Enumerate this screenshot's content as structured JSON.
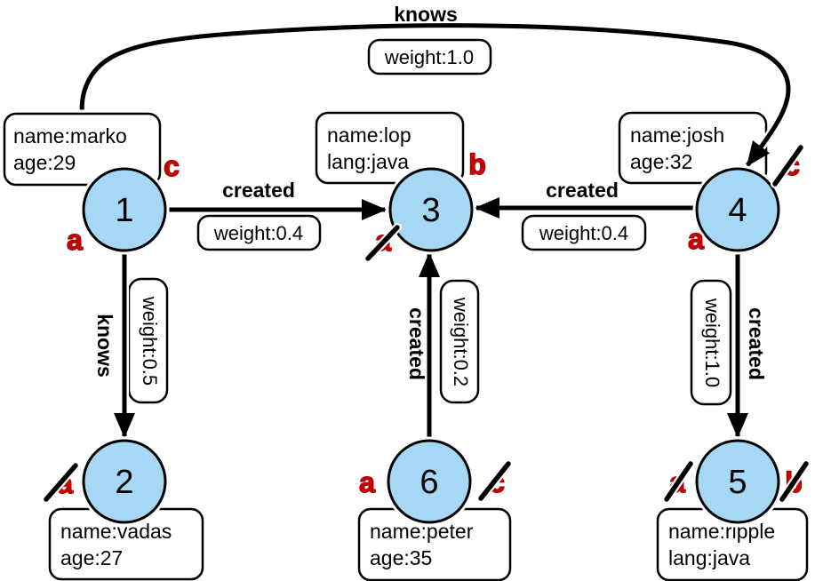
{
  "colors": {
    "node_fill": "#a6d7f5",
    "edge_black": "#000000",
    "step_label_red": "#cc0000",
    "box_fill": "#ffffff"
  },
  "nodes": {
    "v1": {
      "id": "1",
      "prop1": "name:marko",
      "prop2": "age:29",
      "label_top": "c",
      "label_bottom": "a"
    },
    "v2": {
      "id": "2",
      "prop1": "name:vadas",
      "prop2": "age:27",
      "label_left": "a"
    },
    "v3": {
      "id": "3",
      "prop1": "name:lop",
      "prop2": "lang:java",
      "label_top": "b",
      "label_bottom": "a"
    },
    "v4": {
      "id": "4",
      "prop1": "name:josh",
      "prop2": "age:32",
      "label_top": "c",
      "label_bottom": "a"
    },
    "v5": {
      "id": "5",
      "prop1": "name:ripple",
      "prop2": "lang:java",
      "label_left": "a",
      "label_right": "b"
    },
    "v6": {
      "id": "6",
      "prop1": "name:peter",
      "prop2": "age:35",
      "label_left": "a",
      "label_right": "c"
    }
  },
  "edges": {
    "knows_1_4": {
      "label": "knows",
      "weight": "weight:1.0"
    },
    "created_1_3": {
      "label": "created",
      "weight": "weight:0.4"
    },
    "created_4_3": {
      "label": "created",
      "weight": "weight:0.4"
    },
    "knows_1_2": {
      "label": "knows",
      "weight": "weight:0.5"
    },
    "created_6_3": {
      "label": "created",
      "weight": "weight:0.2"
    },
    "created_4_5": {
      "label": "created",
      "weight": "weight:1.0"
    }
  }
}
